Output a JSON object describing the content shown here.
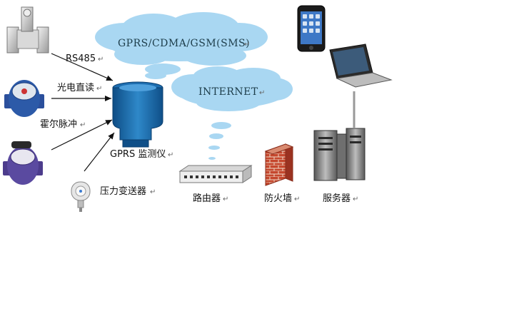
{
  "diagram": {
    "clouds": {
      "gprs": "GPRS/CDMA/GSM(SMS)",
      "internet": "INTERNET"
    },
    "labels": {
      "rs485": "RS485",
      "direct_read": "光电直读",
      "hall_pulse": "霍尔脉冲",
      "gprs_monitor": "GPRS 监测仪",
      "pressure_transmitter": "压力变送器",
      "router": "路由器",
      "firewall": "防火墙",
      "server": "服务器"
    },
    "paragraph_mark": "↵",
    "colors": {
      "cloud_fill": "#a9d7f2",
      "monitor_blue": "#1f6fb0",
      "firewall_brick": "#c5472d",
      "arrow": "#111111"
    }
  }
}
